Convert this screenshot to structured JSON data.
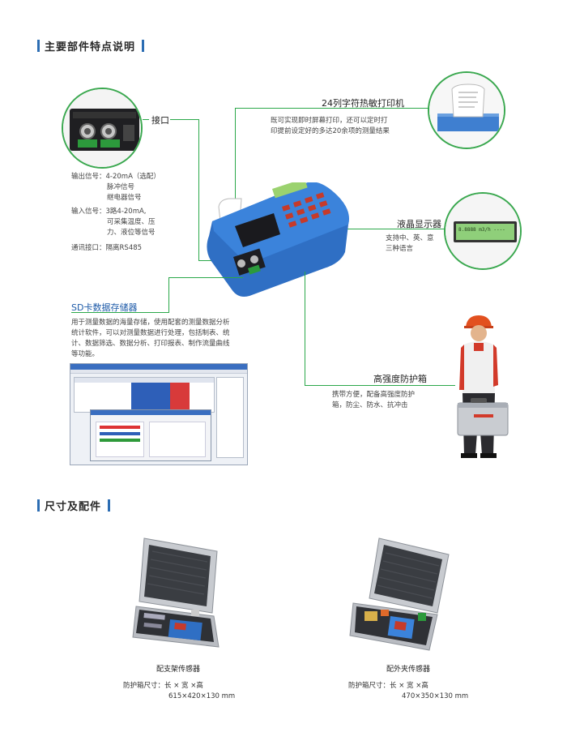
{
  "sections": {
    "features_title": "主要部件特点说明",
    "dims_title": "尺寸及配件"
  },
  "callouts": {
    "interface": {
      "label": "接口",
      "output_label": "输出信号：",
      "output_lines": [
        "4-20mA（选配）",
        "脉冲信号",
        "继电器信号"
      ],
      "input_label": "输入信号：",
      "input_lines": [
        "3路4-20mA,",
        "可采集温度、压",
        "力、液位等信号"
      ],
      "comm_label": "通讯接口：",
      "comm_value": "隔离RS485"
    },
    "printer": {
      "label": "24列字符热敏打印机",
      "lines": [
        "既可实现即时屏幕打印，还可以定时打",
        "印提前设定好的多达20余项的测量结果"
      ]
    },
    "lcd": {
      "label": "液晶显示器",
      "lines": [
        "支持中、英、意",
        "三种语言"
      ],
      "screen_text": "8.8888 m3/h  ----"
    },
    "sd": {
      "label": "SD卡数据存储器",
      "lines": [
        "用于测量数据的海量存储，使用配套的测量数据分析",
        "统计软件，可以对测量数据进行处理，包括制表、统",
        "计、数据筛选、数据分析、打印报表、制作流量曲线",
        "等功能。"
      ]
    },
    "case": {
      "label": "高强度防护箱",
      "lines": [
        "携带方便，配备高强度防护",
        "箱，防尘、防水、抗冲击"
      ]
    }
  },
  "kits": [
    {
      "name": "配支架传感器",
      "dims_label": "防护箱尺寸：长 × 宽 ×高",
      "dims_value": "615×420×130 mm"
    },
    {
      "name": "配外夹传感器",
      "dims_label": "防护箱尺寸：长 × 宽 ×高",
      "dims_value": "470×350×130 mm"
    }
  ],
  "colors": {
    "accent_blue": "#2c6db3",
    "leader_green": "#2ba84a",
    "device_blue": "#2f6fc4"
  }
}
